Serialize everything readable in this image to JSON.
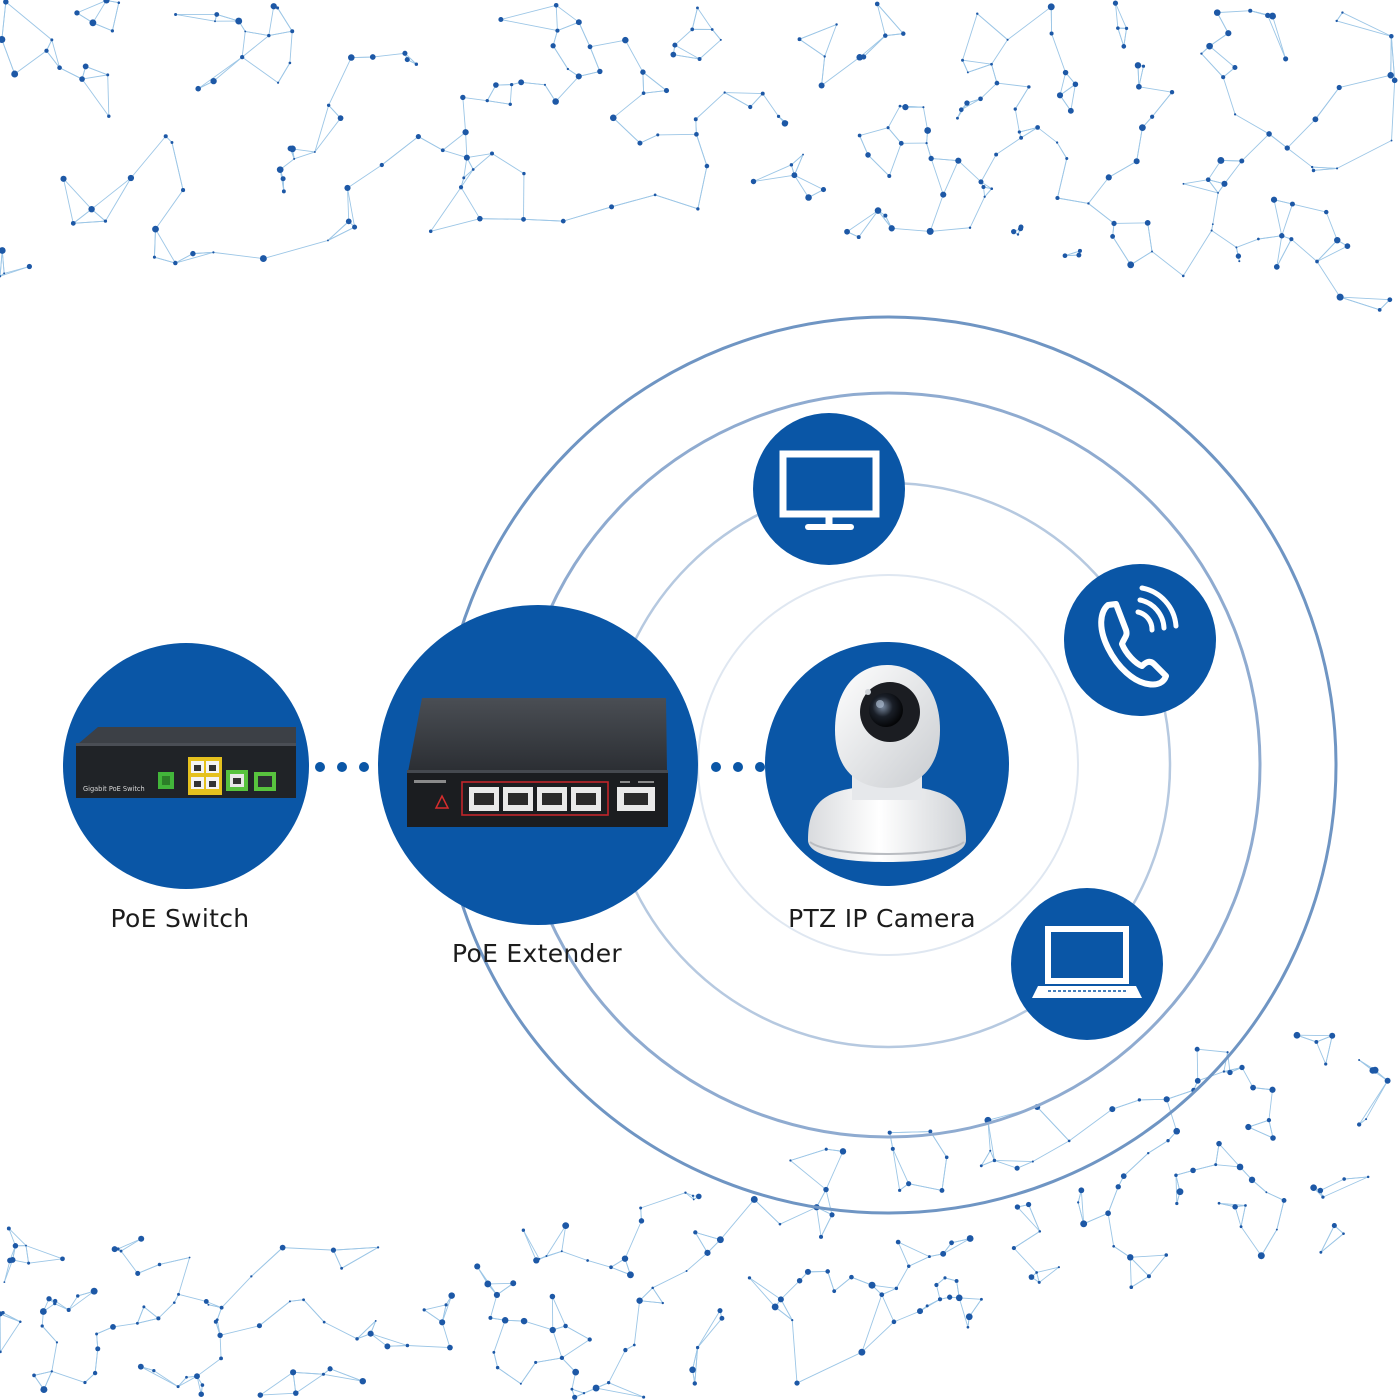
{
  "diagram": {
    "nodes": {
      "poe_switch": {
        "label": "PoE Switch",
        "device_text": "Gigabit PoE Switch"
      },
      "poe_extender": {
        "label": "PoE Extender"
      },
      "ptz_camera": {
        "label": "PTZ IP Camera"
      }
    },
    "icons": [
      "monitor-icon",
      "phone-icon",
      "laptop-icon"
    ]
  },
  "colors": {
    "brand_blue": "#0a56a6",
    "network_dot": "#1d58a6",
    "network_line": "#9cc6e6",
    "ring": "#6f95c3",
    "device_body": "#2e3136",
    "device_front": "#1b1d20",
    "accent_red": "#c2252b",
    "accent_green": "#4fbf3a",
    "accent_yellow": "#e8c320"
  }
}
